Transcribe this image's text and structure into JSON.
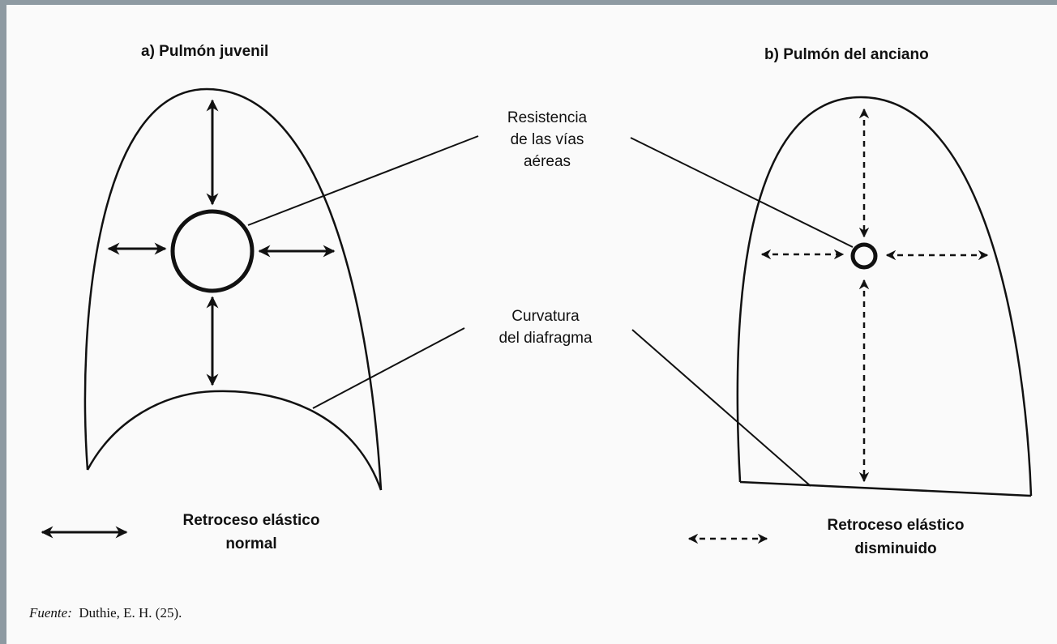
{
  "panels": {
    "young": {
      "title": "a)  Pulmón juvenil"
    },
    "elderly": {
      "title": "b)  Pulmón del anciano"
    }
  },
  "callouts": {
    "airway_resistance": [
      "Resistencia",
      "de las vías",
      "aéreas"
    ],
    "diaphragm_curvature": [
      "Curvatura",
      "del diafragma"
    ]
  },
  "legend": {
    "normal": [
      "Retroceso elástico",
      "normal"
    ],
    "reduced": [
      "Retroceso elástico",
      "disminuido"
    ]
  },
  "source": {
    "label": "Fuente:",
    "text": "Duthie, E. H. (25)."
  },
  "colors": {
    "ink": "#111111",
    "paper": "#fafafa",
    "frame": "#8e9aa2"
  }
}
